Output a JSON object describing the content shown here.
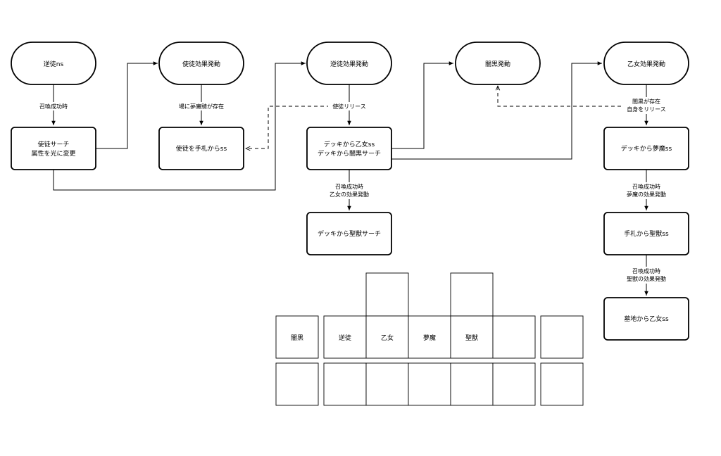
{
  "nodes": {
    "n1": "逆徒ns",
    "n2": [
      "使徒サーチ",
      "属性を光に変更"
    ],
    "n3": "使徒効果発動",
    "n4": "使徒を手札からss",
    "n5": "逆徒効果発動",
    "n6": [
      "デッキから乙女ss",
      "デッキから闇黒サーチ"
    ],
    "n7": "デッキから聖獣サーチ",
    "n8": "闇黒発動",
    "n9": "乙女効果発動",
    "n10": "デッキから夢魔ss",
    "n11": "手札から聖獣ss",
    "n12": "墓地から乙女ss"
  },
  "edge_labels": {
    "e1": "召喚成功時",
    "e2": "場に夢魔騎が存在",
    "e3": "使徒リリース",
    "e4": [
      "召喚成功時",
      "乙女の効果発動"
    ],
    "e5": [
      "闇黒が存在",
      "自身をリリース"
    ],
    "e6": [
      "召喚成功時",
      "夢魔の効果発動"
    ],
    "e7": [
      "召喚成功時",
      "聖獣の効果発動"
    ]
  },
  "board": {
    "left_top": "闇黒",
    "main_top": [
      "逆徒",
      "乙女",
      "夢魔",
      "聖獣",
      ""
    ]
  }
}
